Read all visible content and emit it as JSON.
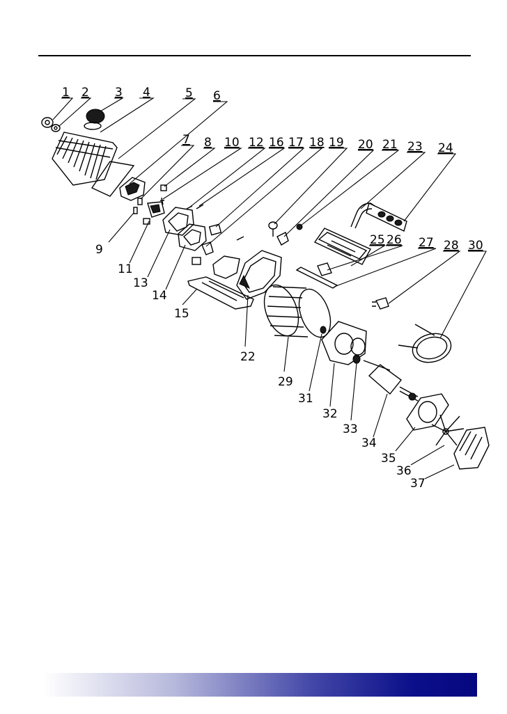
{
  "labels": [
    "1",
    "2",
    "3",
    "4",
    "5",
    "6",
    "7",
    "8",
    "10",
    "12",
    "16",
    "17",
    "18",
    "19",
    "20",
    "21",
    "23",
    "24",
    "25",
    "26",
    "27",
    "28",
    "30",
    "9",
    "11",
    "13",
    "14",
    "15",
    "22",
    "29",
    "31",
    "32",
    "33",
    "34",
    "35",
    "36",
    "37"
  ],
  "colors": {
    "rule": "#000000",
    "bar_start": "#ffffff",
    "bar_end": "#050780"
  }
}
